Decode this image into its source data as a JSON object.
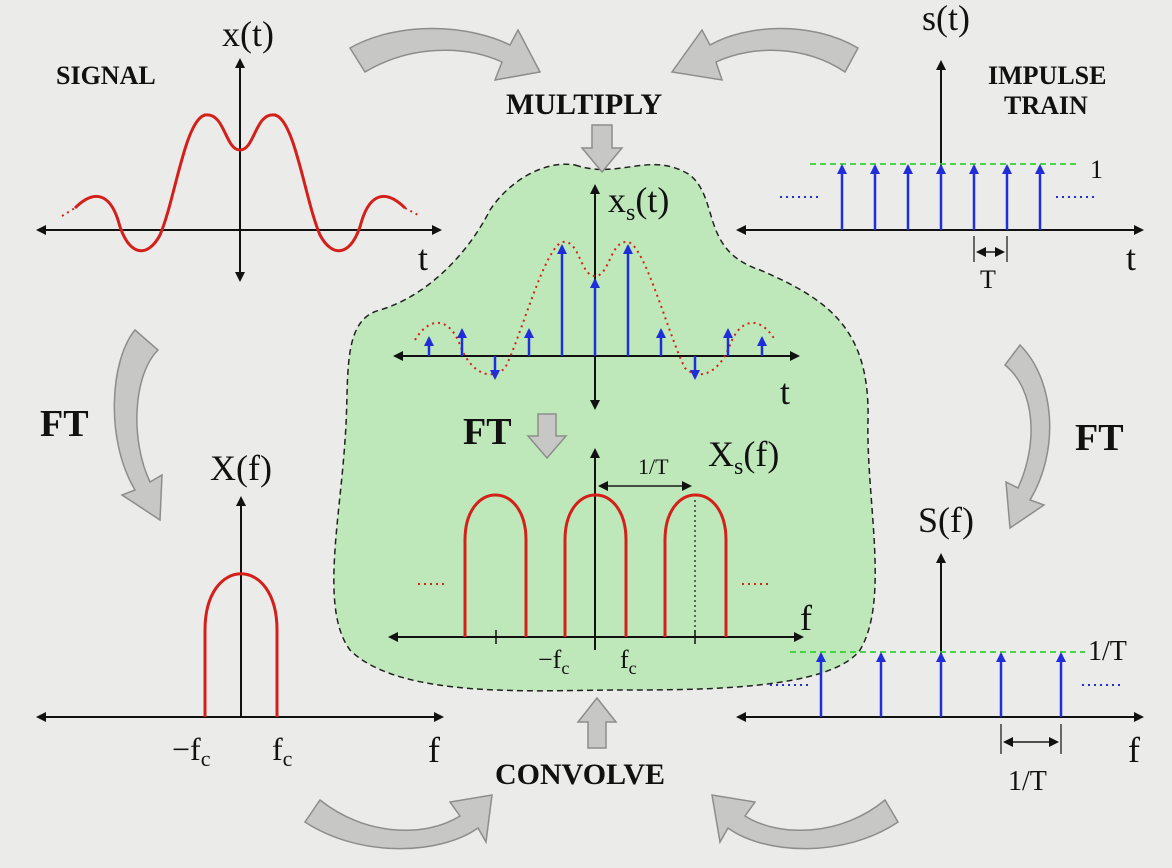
{
  "labels": {
    "signal": "SIGNAL",
    "multiply": "MULTIPLY",
    "impulse_train_line1": "IMPULSE",
    "impulse_train_line2": "TRAIN",
    "convolve": "CONVOLVE",
    "ft": "FT",
    "x_t": "x(t)",
    "s_t": "s(t)",
    "xs_t_main": "x",
    "xs_t_sub": "s",
    "xs_t_tail": "(t)",
    "X_f": "X(f)",
    "S_f": "S(f)",
    "Xs_f_main": "X",
    "Xs_f_sub": "s",
    "Xs_f_tail": "(f)",
    "t": "t",
    "f": "f",
    "T": "T",
    "one_over_T": "1/T",
    "one": "1",
    "neg_fc": "−f",
    "fc": "f",
    "c_sub": "c",
    "dots": "......"
  },
  "colors": {
    "background": "#ebebea",
    "signal_curve": "#d4201a",
    "impulses": "#1f2ed8",
    "reference_line": "#33d133",
    "sampled_region": "#bfe8ba",
    "flow_arrows": "#c7c7c5"
  }
}
